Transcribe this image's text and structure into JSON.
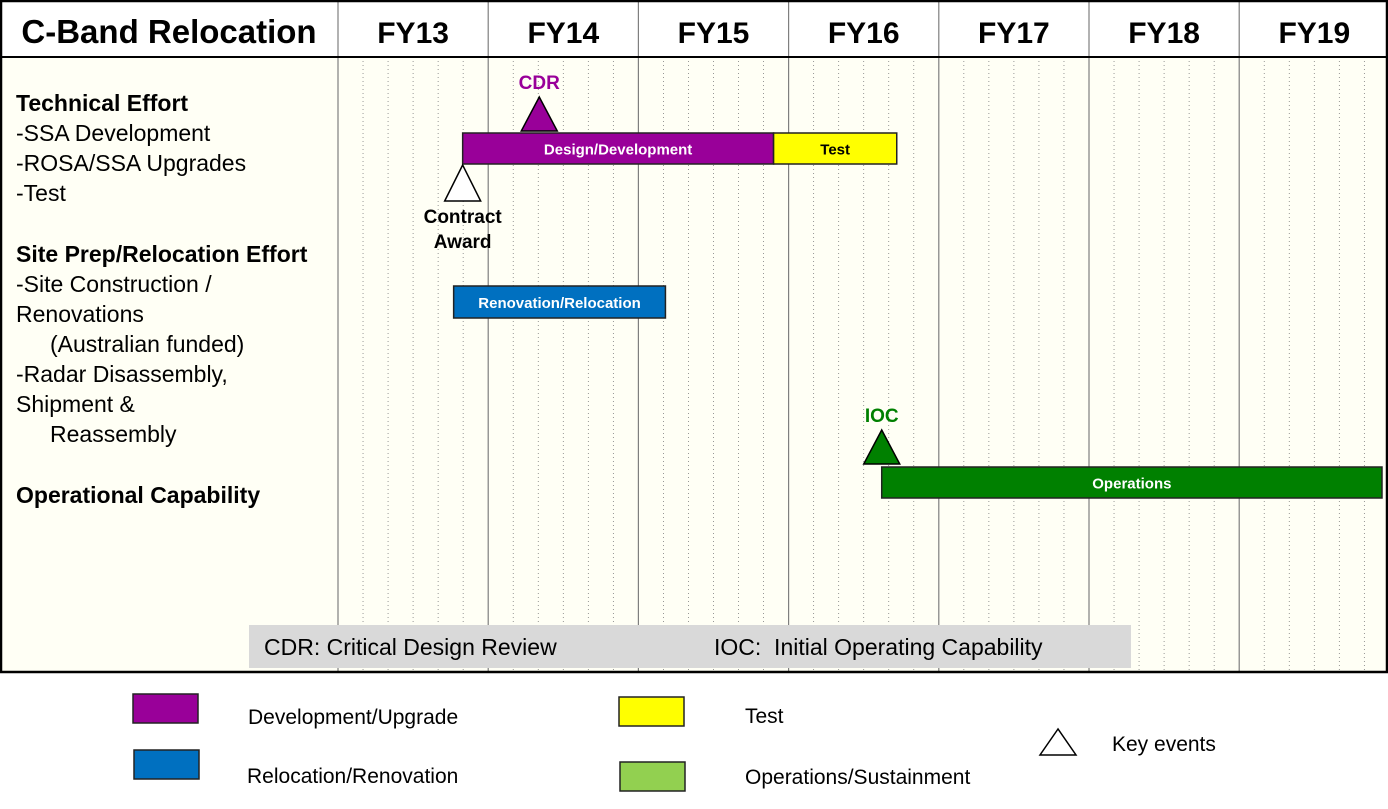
{
  "chart_data": {
    "type": "gantt",
    "title": "C-Band Relocation",
    "periods": [
      "FY13",
      "FY14",
      "FY15",
      "FY16",
      "FY17",
      "FY18",
      "FY19"
    ],
    "row_labels": [
      {
        "text": "Technical Effort",
        "bold": true
      },
      {
        "text": "-SSA Development",
        "bold": false
      },
      {
        "text": "-ROSA/SSA Upgrades",
        "bold": false
      },
      {
        "text": "-Test",
        "bold": false
      },
      {
        "text": "Site Prep/Relocation Effort",
        "bold": true
      },
      {
        "text": "-Site Construction /",
        "bold": false
      },
      {
        "text": "Renovations",
        "bold": false
      },
      {
        "text": "(Australian funded)",
        "bold": false,
        "indent": true
      },
      {
        "text": "-Radar Disassembly,",
        "bold": false
      },
      {
        "text": "Shipment &",
        "bold": false
      },
      {
        "text": "Reassembly",
        "bold": false,
        "indent": true
      },
      {
        "text": "Operational Capability",
        "bold": true
      }
    ],
    "bars": [
      {
        "label": "Design/Development",
        "row": "Technical Effort",
        "start": 13.83,
        "end": 15.9,
        "color": "#990099",
        "text_color": "#ffffff"
      },
      {
        "label": "Test",
        "row": "Technical Effort",
        "start": 15.9,
        "end": 16.72,
        "color": "#ffff00",
        "text_color": "#000000"
      },
      {
        "label": "Renovation/Relocation",
        "row": "Site Prep/Relocation Effort",
        "start": 13.77,
        "end": 15.18,
        "color": "#0070c0",
        "text_color": "#ffffff"
      },
      {
        "label": "Operations",
        "row": "Operational Capability",
        "start": 16.62,
        "end": 20.0,
        "color": "#008000",
        "text_color": "#ffffff"
      }
    ],
    "milestones": [
      {
        "label": "CDR",
        "date": 14.34,
        "color": "#990099",
        "filled": true,
        "label_position": "above"
      },
      {
        "label": "Contract Award",
        "lines": [
          "Contract",
          "Award"
        ],
        "date": 13.83,
        "color": "#ffffff",
        "filled": false,
        "label_position": "below"
      },
      {
        "label": "IOC",
        "date": 16.62,
        "color": "#008000",
        "filled": true,
        "label_position": "above"
      }
    ],
    "note_box": {
      "items": [
        "CDR: Critical Design Review",
        "IOC:  Initial Operating Capability"
      ]
    },
    "legend": [
      {
        "label": "Development/Upgrade",
        "swatch": "rect",
        "color": "#990099"
      },
      {
        "label": "Test",
        "swatch": "rect",
        "color": "#ffff00"
      },
      {
        "label": "Relocation/Renovation",
        "swatch": "rect",
        "color": "#0070c0"
      },
      {
        "label": "Operations/Sustainment",
        "swatch": "rect",
        "color": "#92d050"
      },
      {
        "label": "Key events",
        "swatch": "triangle",
        "color": "#ffffff"
      }
    ],
    "colors": {
      "panel_background": "#fffff5",
      "grid_major": "#7f7f7f",
      "grid_minor": "#7f7f7f",
      "note_box": "#d9d9d9"
    },
    "grid": {
      "major_lines": true,
      "minor_dotted_lines": true
    }
  }
}
